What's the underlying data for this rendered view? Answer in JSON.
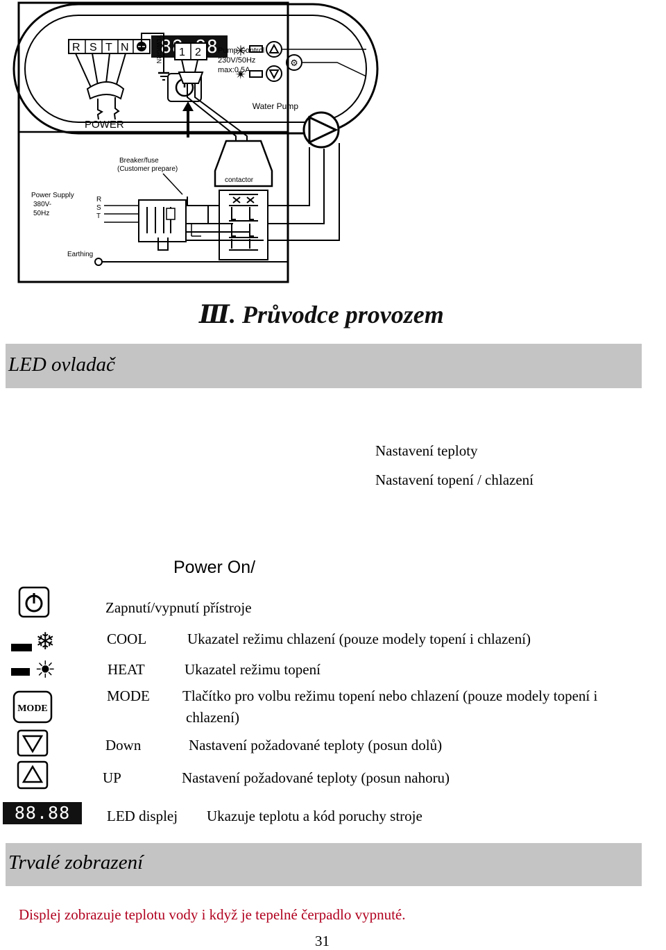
{
  "diagram": {
    "terminals": [
      "R",
      "S",
      "T",
      "N"
    ],
    "ground_wire_label": "YLW/GRN",
    "pump_terminals": [
      "1",
      "2"
    ],
    "pump_control": [
      "Pump  Control",
      "230V/50Hz",
      "max:0.5A"
    ],
    "power_label": "POWER",
    "water_pump_label": "Water Pump",
    "breaker_label": [
      "Breaker/fuse",
      "(Customer prepare)"
    ],
    "contactor_label": "contactor",
    "power_supply_label": [
      "Power Supply",
      "380V-",
      "50Hz"
    ],
    "phase_labels": [
      "R",
      "S",
      "T"
    ],
    "earthing_label": "Earthing"
  },
  "section_title": "Ⅲ. Průvodce provozem",
  "led_banner": "LED ovladač",
  "panel": {
    "display_text": "88.88",
    "callout_temp": "Nastavení teploty",
    "callout_mode": "Nastavení topení / chlazení",
    "power_caption": "Power  On/"
  },
  "legend": {
    "power_desc": "Zapnutí/vypnutí přístroje",
    "cool_key": "COOL",
    "cool_desc": "Ukazatel režimu chlazení (pouze modely topení i chlazení)",
    "heat_key": "HEAT",
    "heat_desc": "Ukazatel režimu topení",
    "mode_icon_label": "MODE",
    "mode_key": "MODE",
    "mode_desc_1": "Tlačítko pro volbu režimu topení nebo chlazení (pouze modely topení i",
    "mode_desc_2": "chlazení)",
    "down_key": "Down",
    "down_desc": "Nastavení požadované teploty (posun dolů)",
    "up_key": "UP",
    "up_desc": "Nastavení požadované teploty (posun nahoru)",
    "led_display_text": "88.88",
    "led_key": "LED displej",
    "led_desc": "Ukazuje teplotu a kód poruchy stroje"
  },
  "permanent_banner": "Trvalé zobrazení",
  "note": "Displej zobrazuje teplotu vody i když je tepelné čerpadlo vypnuté.",
  "page_number": "31",
  "colors": {
    "banner": "#c4c4c4",
    "note": "#b0001e",
    "display_bg": "#111111"
  }
}
